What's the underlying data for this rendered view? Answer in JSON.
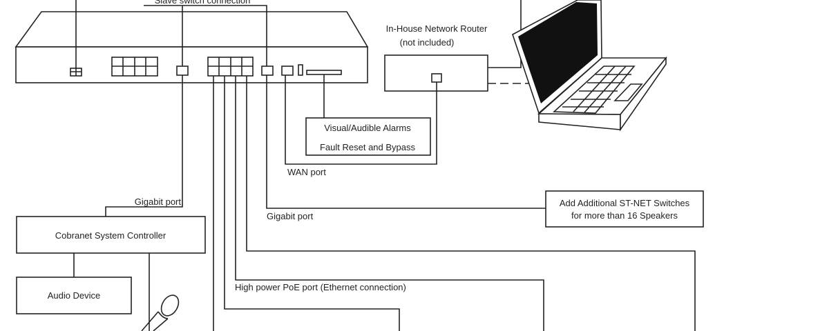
{
  "labels": {
    "slave_switch": "Slave switch connection",
    "router_title": "In-House Network Router",
    "router_sub": "(not included)",
    "alarms": "Visual/Audible Alarms",
    "fault_reset": "Fault Reset and Bypass",
    "wan_port": "WAN port",
    "gigabit_port_left": "Gigabit port",
    "gigabit_port_mid": "Gigabit port",
    "add_switches_1": "Add Additional ST-NET Switches",
    "add_switches_2": "for more than 16 Speakers",
    "cobranet": "Cobranet System Controller",
    "audio_device": "Audio Device",
    "poe_port": "High power PoE port (Ethernet connection)"
  },
  "colors": {
    "line": "#222222",
    "screen": "#111111",
    "background": "#ffffff"
  }
}
